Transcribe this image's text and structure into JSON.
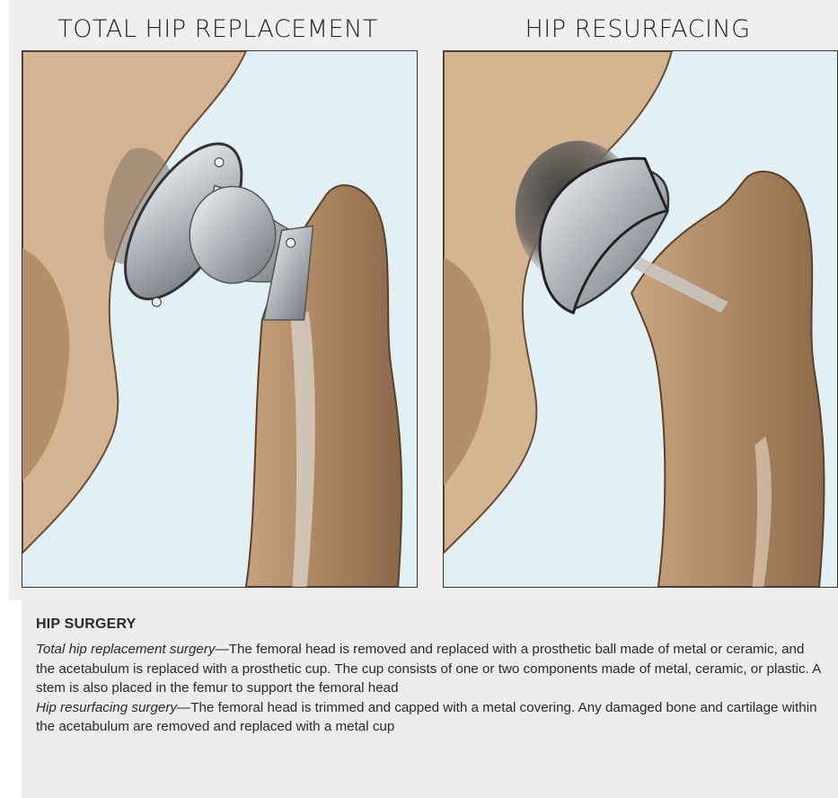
{
  "panels": {
    "left_title": "TOTAL HIP REPLACEMENT",
    "right_title": "HIP RESURFACING"
  },
  "caption": {
    "heading": "HIP SURGERY",
    "p1_term": "Total hip replacement surgery",
    "p1_text": "—The femoral head is removed and replaced with a prosthetic ball made of metal or ceramic, and the acetabulum is replaced with a prosthetic cup. The cup consists of one or two components made of metal, ceramic, or plastic. A stem is also placed in the femur to support the femoral head",
    "p2_term": "Hip resurfacing surgery",
    "p2_text": "—The femoral head is trimmed and capped with a metal covering. Any damaged bone and cartilage within the acetabulum are removed and replaced with a metal cup"
  },
  "colors": {
    "background_blue": "#e2f0f6",
    "bone": "#b08966",
    "bone_light": "#d6b99a",
    "metal": "#a8acb2"
  }
}
